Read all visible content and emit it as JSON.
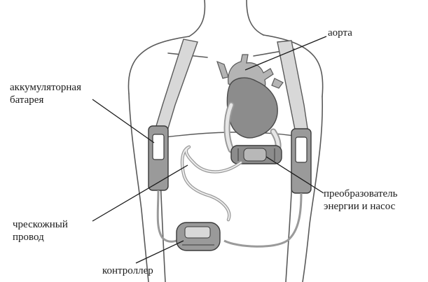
{
  "labels": {
    "aorta": "аорта",
    "battery_line1": "аккумуляторная",
    "battery_line2": "батарея",
    "pump_line1": "преобразователь",
    "pump_line2": "энергии и насос",
    "wire_line1": "чрескожный",
    "wire_line2": "провод",
    "controller": "контроллер"
  },
  "colors": {
    "outline": "#5a5a5a",
    "heart_fill": "#8c8c8c",
    "vessel_fill": "#b4b4b4",
    "tube_fill": "#c8c8c8",
    "leader_line": "#1a1a1a"
  }
}
